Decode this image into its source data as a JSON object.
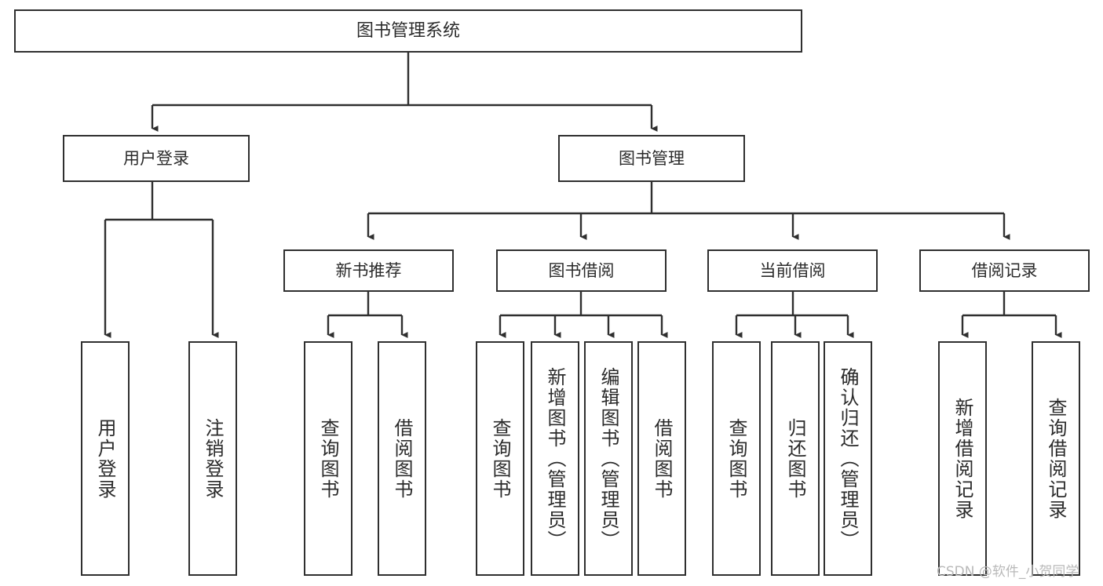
{
  "diagram": {
    "title": "图书管理系统",
    "type": "hierarchy-tree",
    "root": {
      "label": "图书管理系统"
    },
    "level2": [
      {
        "label": "用户登录"
      },
      {
        "label": "图书管理"
      }
    ],
    "level3": [
      {
        "label": "新书推荐"
      },
      {
        "label": "图书借阅"
      },
      {
        "label": "当前借阅"
      },
      {
        "label": "借阅记录"
      }
    ],
    "leaves": {
      "user_login": [
        {
          "label": "用户登录"
        },
        {
          "label": "注销登录"
        }
      ],
      "new_book_recommend": [
        {
          "label": "查询图书"
        },
        {
          "label": "借阅图书"
        }
      ],
      "book_borrow": [
        {
          "label": "查询图书"
        },
        {
          "label": "新增图书（管理员）"
        },
        {
          "label": "编辑图书（管理员）"
        },
        {
          "label": "借阅图书"
        }
      ],
      "current_borrow": [
        {
          "label": "查询图书"
        },
        {
          "label": "归还图书"
        },
        {
          "label": "确认归还（管理员）"
        }
      ],
      "borrow_records": [
        {
          "label": "新增借阅记录"
        },
        {
          "label": "查询借阅记录"
        }
      ]
    }
  },
  "watermark": {
    "text": "CSDN @软件_小贺同学"
  },
  "colors": {
    "border": "#2f2f2f",
    "text": "#2b2b2b",
    "background": "#ffffff",
    "watermark": "#b9b9b9"
  }
}
